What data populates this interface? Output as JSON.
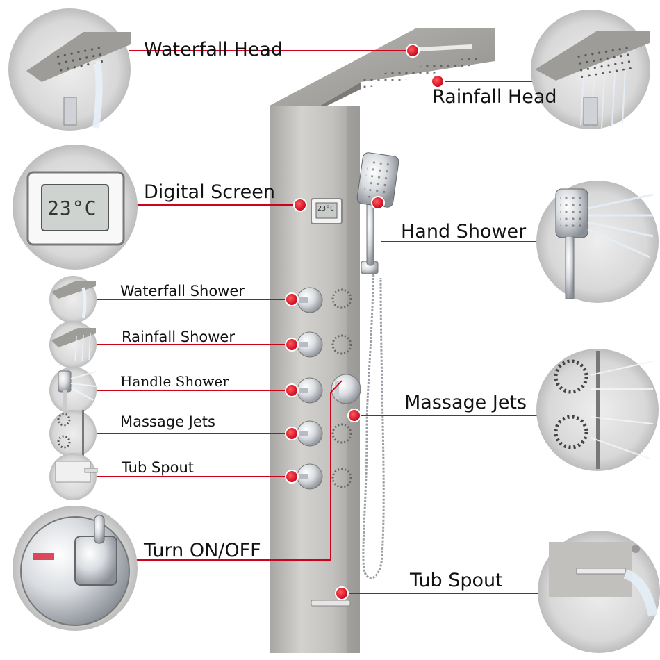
{
  "labels": {
    "waterfall_head": "Waterfall Head",
    "rainfall_head": "Rainfall Head",
    "digital_screen": "Digital Screen",
    "hand_shower": "Hand Shower",
    "waterfall_shower": "Waterfall Shower",
    "rainfall_shower": "Rainfall Shower",
    "handle_shower": "Handle Shower",
    "massage_jets_left": "Massage Jets",
    "tub_spout_left": "Tub Spout",
    "massage_jets_right": "Massage Jets",
    "turn_on_off": "Turn ON/OFF",
    "tub_spout_right": "Tub Spout"
  },
  "screen": {
    "reading": "23°C"
  },
  "colors": {
    "leader_red": "#d0021b",
    "panel_steel": "#c9c7c3",
    "background": "#ffffff"
  }
}
